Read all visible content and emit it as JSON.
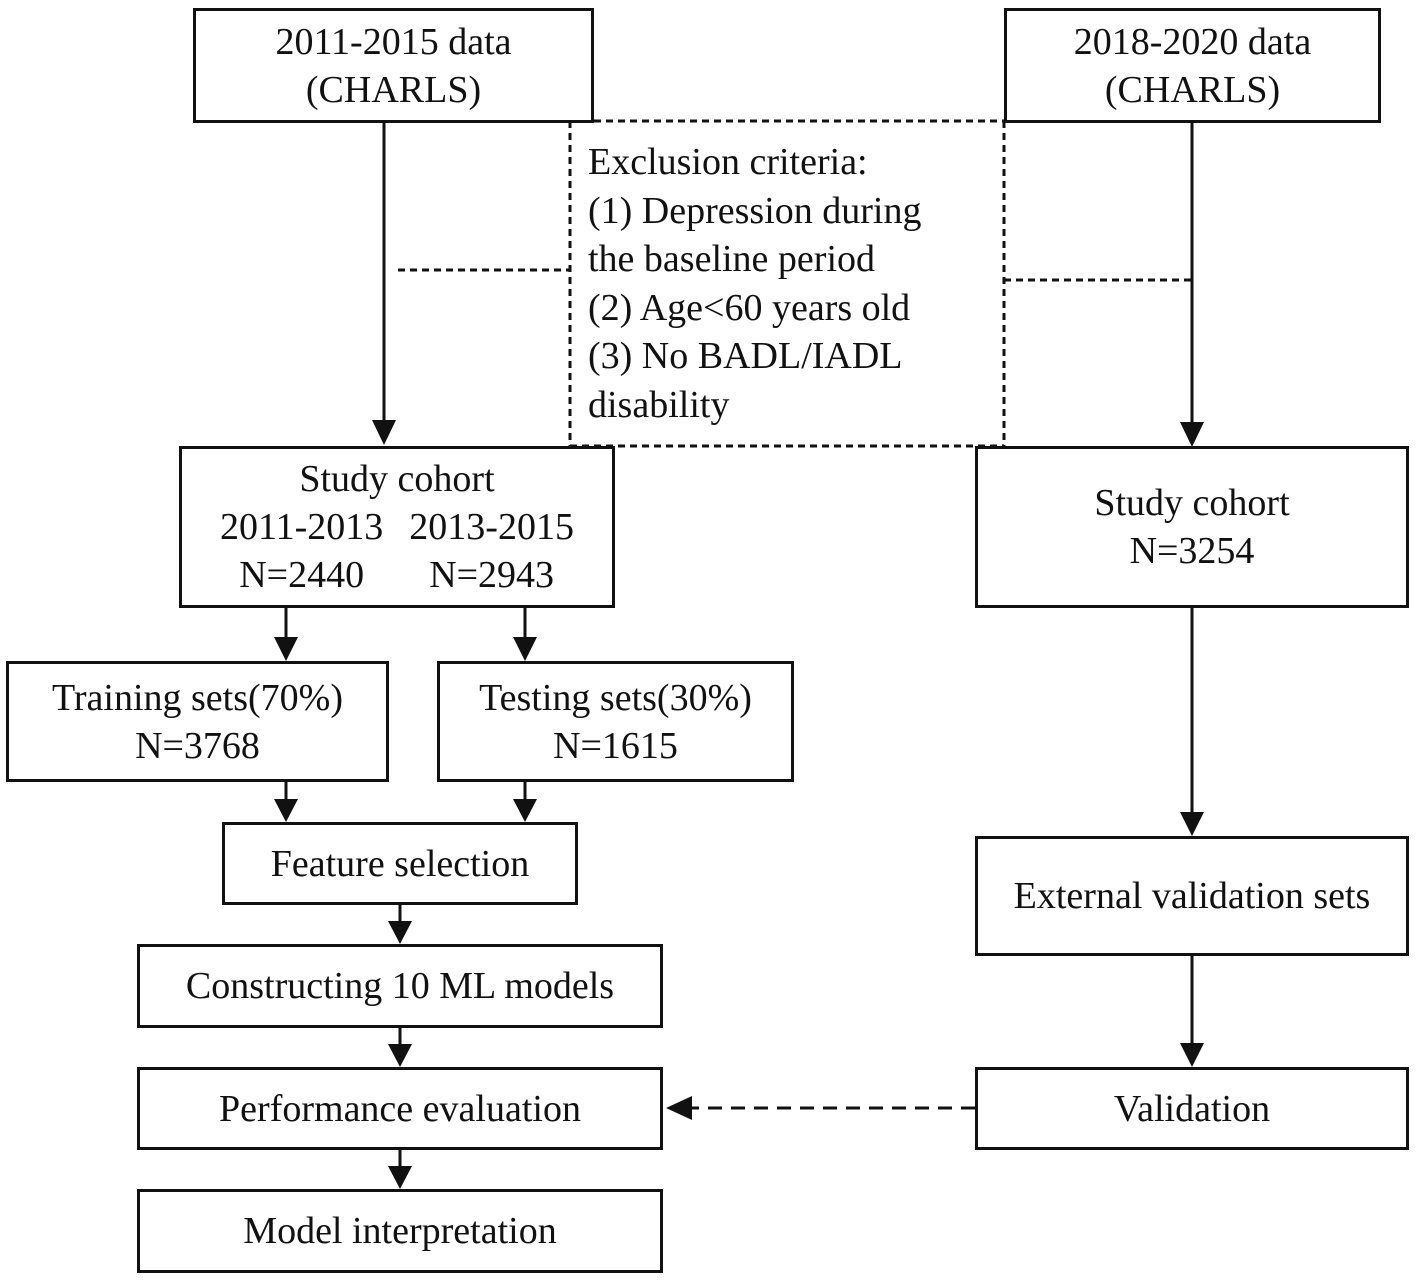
{
  "source_left": {
    "line1": "2011-2015 data",
    "line2": "(CHARLS)"
  },
  "source_right": {
    "line1": "2018-2020 data",
    "line2": "(CHARLS)"
  },
  "exclusion": {
    "title": "Exclusion criteria:",
    "lines": [
      "(1) Depression during",
      "the baseline period",
      "(2) Age<60 years old",
      "(3) No BADL/IADL",
      "disability"
    ]
  },
  "cohort_left": {
    "title": "Study cohort",
    "period_a": "2011-2013",
    "period_b": "2013-2015",
    "n_a": "N=2440",
    "n_b": "N=2943"
  },
  "cohort_right": {
    "title": "Study cohort",
    "n": "N=3254"
  },
  "training": {
    "label": "Training sets(70%)",
    "n": "N=3768"
  },
  "testing": {
    "label": "Testing sets(30%)",
    "n": "N=1615"
  },
  "feature_selection": "Feature selection",
  "constructing": "Constructing 10 ML models",
  "performance": "Performance evaluation",
  "interpretation": "Model interpretation",
  "external_validation": "External validation sets",
  "validation": "Validation",
  "colors": {
    "line": "#111111",
    "background": "#ffffff"
  }
}
